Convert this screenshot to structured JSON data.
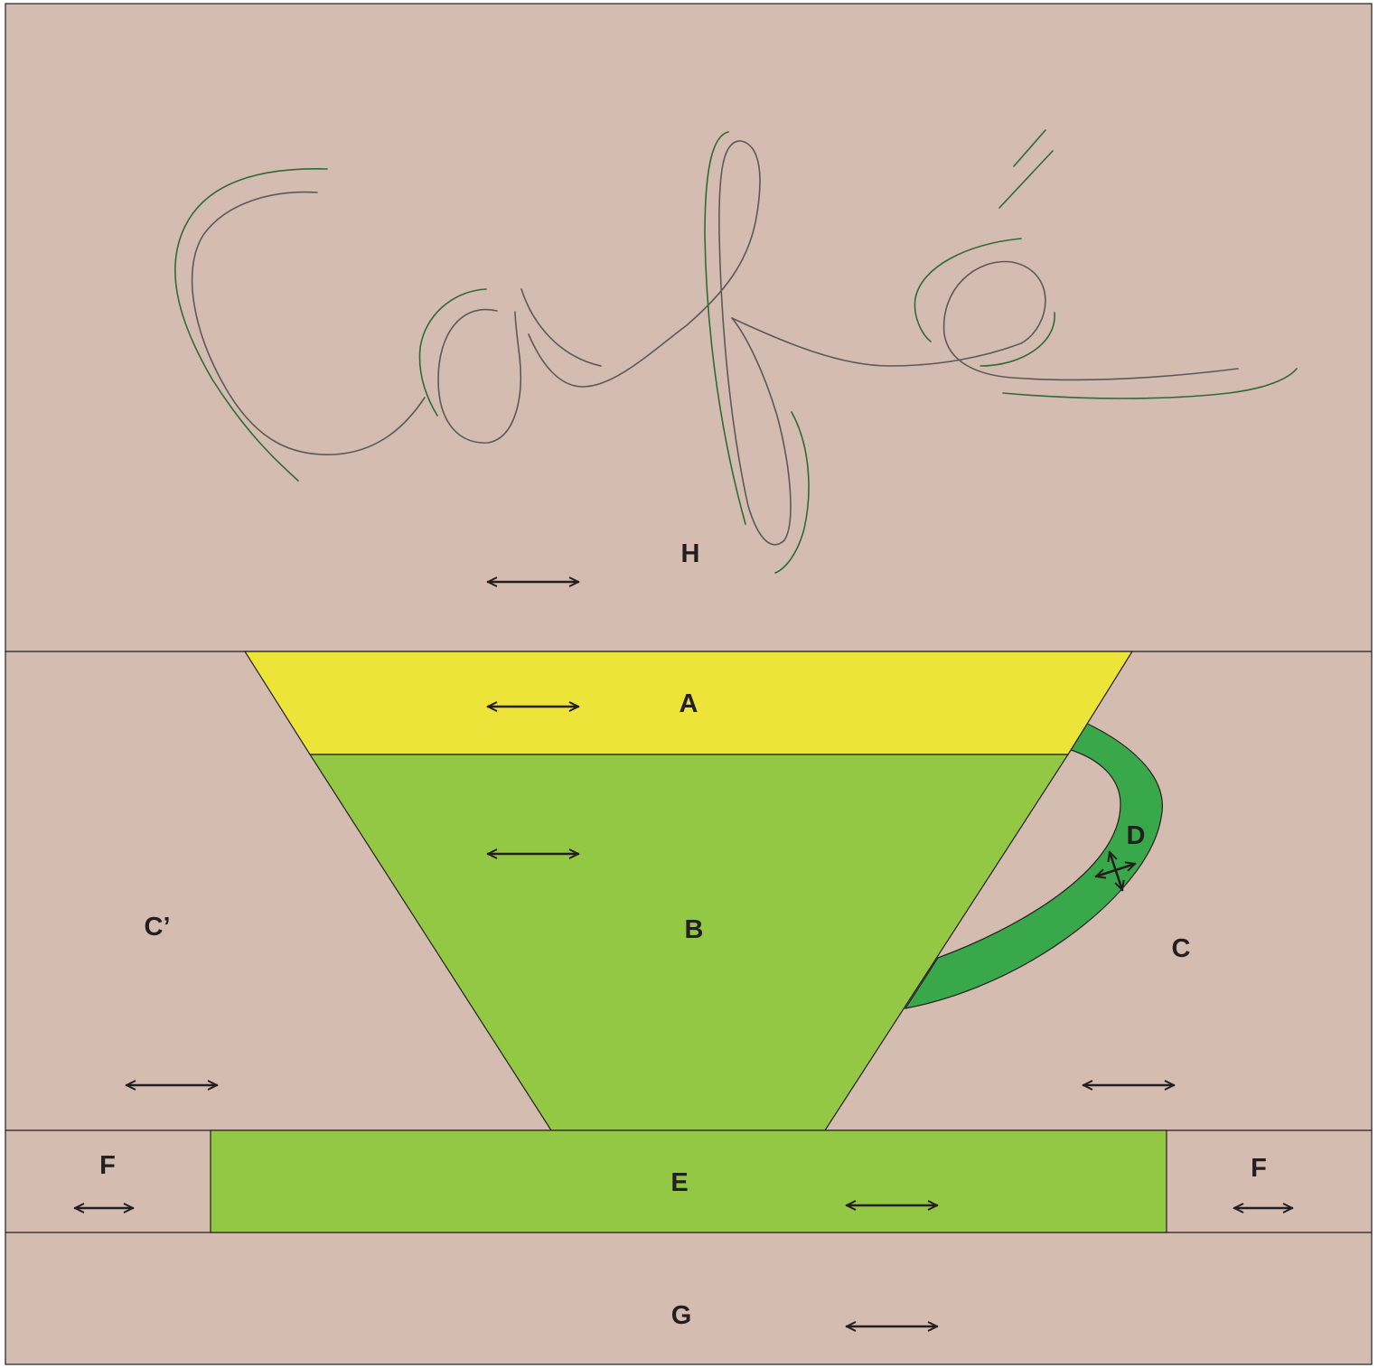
{
  "colors": {
    "background": "#d4bcb0",
    "yellow": "#ede43a",
    "light_green": "#93c844",
    "dark_green": "#39a84a",
    "outline": "#231f20",
    "script_dark": "#2e6b37",
    "script_gray": "#5a5a5a"
  },
  "lettering": "Café",
  "pieces": {
    "A": "A",
    "B": "B",
    "C": "C",
    "C_prime": "C’",
    "D": "D",
    "E": "E",
    "F_left": "F",
    "F_right": "F",
    "G": "G",
    "H": "H"
  },
  "grain_icons": [
    "double-arrow-icon",
    "cross-arrow-icon"
  ]
}
